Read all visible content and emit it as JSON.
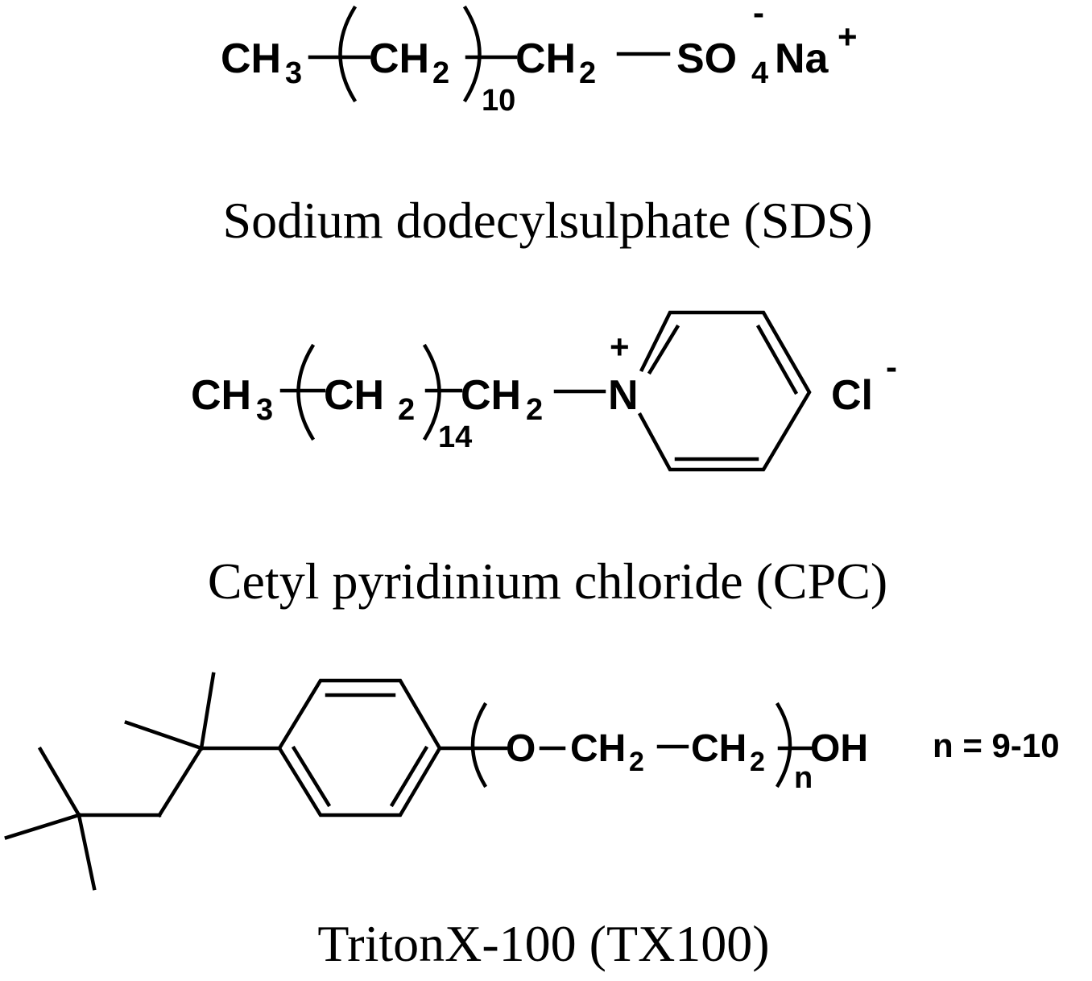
{
  "sds": {
    "ch3": "CH",
    "ch3_sub": "3",
    "ch2_repeat": "CH",
    "ch2_repeat_sub": "2",
    "repeat_count": "10",
    "ch2_end": "CH",
    "ch2_end_sub": "2",
    "so": "SO",
    "o_sub": "4",
    "minus": "-",
    "na": "Na",
    "plus": "+",
    "caption": "Sodium dodecylsulphate (SDS)"
  },
  "cpc": {
    "ch3": "CH",
    "ch3_sub": "3",
    "ch2_repeat": "CH",
    "ch2_repeat_sub": "2",
    "repeat_count": "14",
    "ch2_end": "CH",
    "ch2_end_sub": "2",
    "n": "N",
    "plus": "+",
    "cl": "Cl",
    "minus": "-",
    "caption": "Cetyl pyridinium chloride (CPC)"
  },
  "tx100": {
    "o": "O",
    "ch2_a": "CH",
    "ch2_a_sub": "2",
    "ch2_b": "CH",
    "ch2_b_sub": "2",
    "repeat_count": "n",
    "oh": "OH",
    "n_range": "n = 9-10",
    "caption": "TritonX-100 (TX100)"
  }
}
